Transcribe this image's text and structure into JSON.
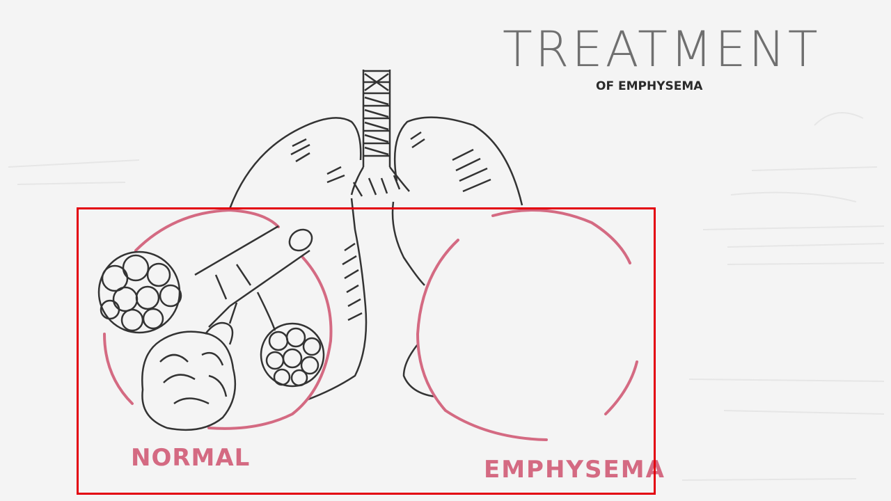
{
  "title": "TREATMENT",
  "subtitle": "OF EMPHYSEMA",
  "labels": {
    "normal": "NORMAL",
    "emphysema": "EMPHYSEMA"
  },
  "colors": {
    "ink": "#333333",
    "pink": "#d46a82",
    "highlight_box": "#e3000f",
    "board": "#f4f4f4"
  }
}
